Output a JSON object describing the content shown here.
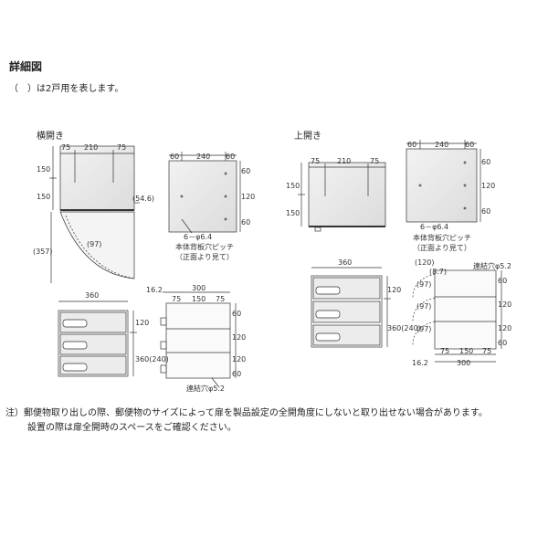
{
  "title": "詳細図",
  "legend": "（　）は2戸用を表します。",
  "sections": {
    "left": "横開き",
    "right": "上開き"
  },
  "hole_note": {
    "line1": "6－φ6.4",
    "line2": "本体背板穴ピッチ",
    "line3": "（正面より見て）"
  },
  "connect_hole": "連結穴φ5.2",
  "labels": {
    "l_top": [
      "75",
      "210",
      "75"
    ],
    "l_side": [
      "150",
      "150"
    ],
    "l_54": "(54.6)",
    "l_357": "(357)",
    "l_97": "(97)",
    "l_back_top": [
      "60",
      "240",
      "60"
    ],
    "l_back_side": [
      "60",
      "120",
      "60"
    ],
    "l_360": "360",
    "l_120": "120",
    "l_360h": "360(240)",
    "l_16": "16.2",
    "l_300": "300",
    "l_bot": [
      "75",
      "150",
      "75"
    ],
    "l_right_side": [
      "60",
      "120",
      "120",
      "60"
    ],
    "r_top": [
      "75",
      "210",
      "75"
    ],
    "r_side": [
      "150",
      "150"
    ],
    "r_back_top": [
      "60",
      "240",
      "60"
    ],
    "r_back_side": [
      "60",
      "120",
      "60"
    ],
    "r_360": "360",
    "r_120": "120",
    "r_360h": "360(240)",
    "r_120b": "(120)",
    "r_87": "(8.7)",
    "r_97": [
      "(97)",
      "(97)",
      "(97)"
    ],
    "r_16": "16.2",
    "r_300": "300",
    "r_bot": [
      "75",
      "150",
      "75"
    ],
    "r_right_side": [
      "60",
      "120",
      "120",
      "60"
    ]
  },
  "notes": [
    "注）郵便物取り出しの際、郵便物のサイズによって扉を製品設定の全開角度にしないと取り出せない場合があります。",
    "設置の際は扉全開時のスペースをご確認ください。"
  ]
}
